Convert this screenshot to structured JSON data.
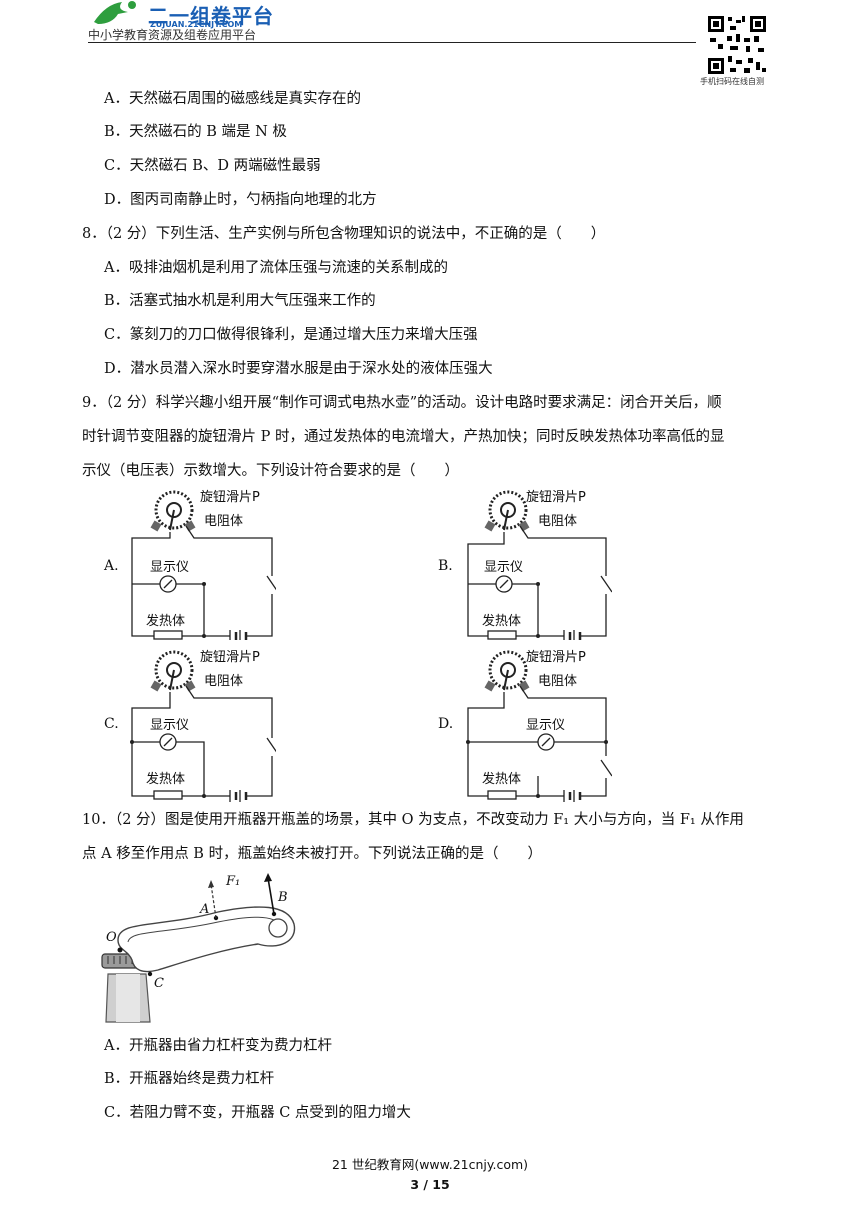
{
  "header": {
    "logo_text": "二一组卷平台",
    "logo_url": "ZUJUAN.21CNJY.COM",
    "subtitle": "中小学教育资源及组卷应用平台",
    "qr_caption": "手机扫码在线自测"
  },
  "q7_options": [
    "A．天然磁石周围的磁感线是真实存在的",
    "B．天然磁石的 B 端是 N 极",
    "C．天然磁石 B、D 两端磁性最弱",
    "D．图丙司南静止时，勺柄指向地理的北方"
  ],
  "q8": {
    "stem": "8．（2 分）下列生活、生产实例与所包含物理知识的说法中，不正确的是（　　）",
    "options": [
      "A．吸排油烟机是利用了流体压强与流速的关系制成的",
      "B．活塞式抽水机是利用大气压强来工作的",
      "C．篆刻刀的刀口做得很锋利，是通过增大压力来增大压强",
      "D．潜水员潜入深水时要穿潜水服是由于深水处的液体压强大"
    ]
  },
  "q9": {
    "stem_lines": [
      "9．（2 分）科学兴趣小组开展“制作可调式电热水壶”的活动。设计电路时要求满足：闭合开关后，顺",
      "时针调节变阻器的旋钮滑片 P 时，通过发热体的电流增大，产热加快；同时反映发热体功率高低的显",
      "示仪（电压表）示数增大。下列设计符合要求的是（　　）"
    ],
    "option_letters": [
      "A.",
      "B.",
      "C.",
      "D."
    ],
    "circuit_labels": {
      "slider": "旋钮滑片P",
      "resistor": "电阻体",
      "display": "显示仪",
      "heater": "发热体"
    }
  },
  "q10": {
    "stem_lines": [
      "10．（2 分）图是使用开瓶器开瓶盖的场景，其中 O  为支点，不改变动力 F₁ 大小与方向，当 F₁ 从作用",
      "点  A 移至作用点 B 时，瓶盖始终未被打开。下列说法正确的是（　　）"
    ],
    "figure_labels": {
      "F1": "F₁",
      "A": "A",
      "B": "B",
      "O": "O",
      "C": "C"
    },
    "options": [
      "A．开瓶器由省力杠杆变为费力杠杆",
      "B．开瓶器始终是费力杠杆",
      "C．若阻力臂不变，开瓶器 C  点受到的阻力增大"
    ]
  },
  "footer": {
    "site": "21 世纪教育网(www.21cnjy.com)",
    "page": "3 / 15"
  }
}
